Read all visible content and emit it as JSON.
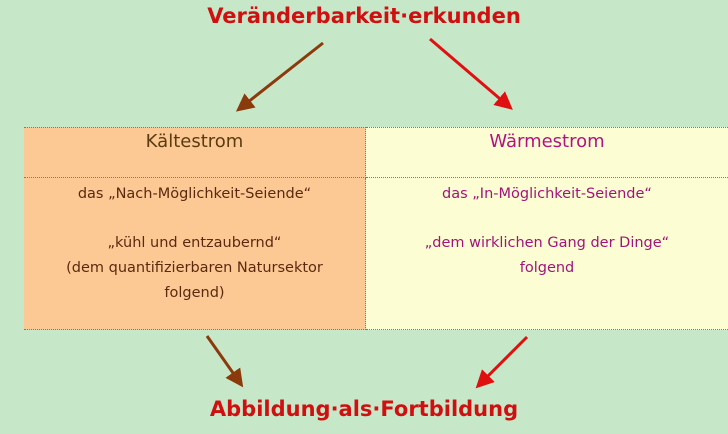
{
  "title_top": "Veränderbarkeit·erkunden",
  "title_bottom": "Abbildung·als·Fortbildung",
  "left_column": {
    "heading": "Kältestrom",
    "line1": "das „Nach-Möglichkeit-Seiende“",
    "line2": "„kühl und entzaubernd“",
    "line3": "(dem quantifizierbaren Natursektor",
    "line4": "folgend)"
  },
  "right_column": {
    "heading": "Wärmestrom",
    "line1": "das „In-Möglichkeit-Seiende“",
    "line2": "„dem wirklichen Gang der Dinge“",
    "line3": "folgend"
  },
  "colors": {
    "background": "#c6e8c9",
    "title": "#d01010",
    "cold_fill": "#fcc995",
    "warm_fill": "#fdfdd3",
    "brown_arrow": "#8b3a0c",
    "red_arrow": "#e01010"
  }
}
